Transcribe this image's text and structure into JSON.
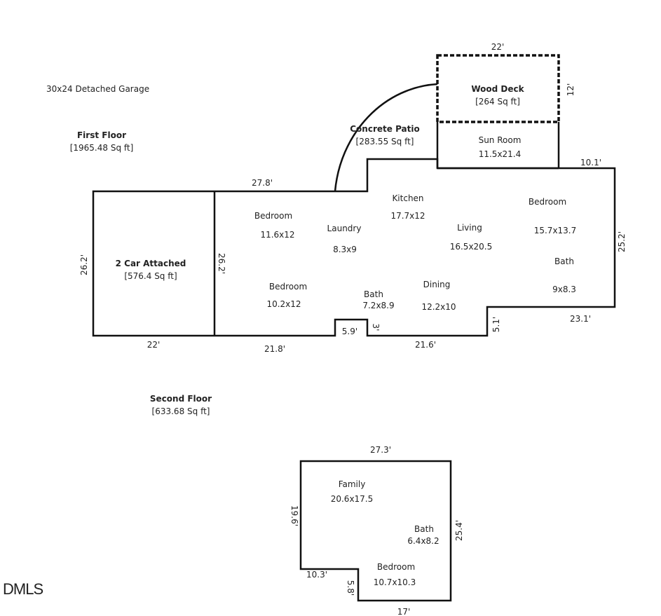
{
  "garage_label": "30x24 Detached Garage",
  "first_floor": {
    "title": "First Floor",
    "area": "[1965.48 Sq ft]",
    "garage": {
      "name": "2 Car Attached",
      "area": "[576.4 Sq ft]"
    },
    "wood_deck": {
      "name": "Wood Deck",
      "area": "[264 Sq ft]"
    },
    "patio": {
      "name": "Concrete Patio",
      "area": "[283.55 Sq ft]"
    },
    "rooms": [
      {
        "name": "Sun Room",
        "size": "11.5x21.4"
      },
      {
        "name": "Kitchen",
        "size": "17.7x12"
      },
      {
        "name": "Bedroom",
        "size": "11.6x12"
      },
      {
        "name": "Laundry",
        "size": "8.3x9"
      },
      {
        "name": "Living",
        "size": "16.5x20.5"
      },
      {
        "name": "Bedroom",
        "size": "15.7x13.7"
      },
      {
        "name": "Bath",
        "size": "9x8.3"
      },
      {
        "name": "Bedroom",
        "size": "10.2x12"
      },
      {
        "name": "Bath",
        "size": "7.2x8.9"
      },
      {
        "name": "Dining",
        "size": "12.2x10"
      }
    ],
    "dimensions": {
      "deck_width": "22'",
      "deck_depth": "12'",
      "top_right": "10.1'",
      "top_left": "27.8'",
      "garage_left": "26.2'",
      "garage_inner": "26.2'",
      "right_side": "25.2'",
      "garage_bottom": "22'",
      "bottom_left": "21.8'",
      "bump_width": "5.9'",
      "bump_depth": "3'",
      "bottom_mid": "21.6'",
      "step_depth": "5.1'",
      "bottom_right": "23.1'"
    }
  },
  "second_floor": {
    "title": "Second Floor",
    "area": "[633.68 Sq ft]",
    "rooms": [
      {
        "name": "Family",
        "size": "20.6x17.5"
      },
      {
        "name": "Bath",
        "size": "6.4x8.2"
      },
      {
        "name": "Bedroom",
        "size": "10.7x10.3"
      }
    ],
    "dimensions": {
      "top": "27.3'",
      "left": "19.6'",
      "right": "25.4'",
      "notch_width": "10.3'",
      "notch_depth": "5.8'",
      "bottom": "17'"
    }
  },
  "watermark": "DMLS"
}
